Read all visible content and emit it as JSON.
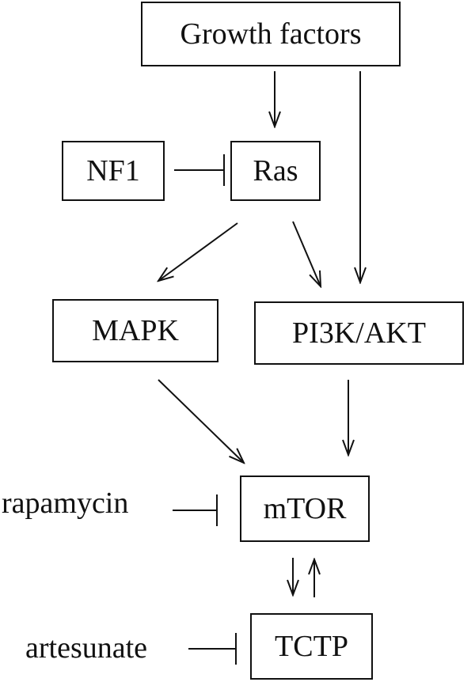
{
  "nodes": {
    "growth_factors": "Growth factors",
    "nf1": "NF1",
    "ras": "Ras",
    "mapk": "MAPK",
    "pi3k_akt": "PI3K/AKT",
    "mtor": "mTOR",
    "tctp": "TCTP"
  },
  "inhibitors": {
    "rapamycin": "rapamycin",
    "artesunate": "artesunate"
  },
  "edges": [
    {
      "from": "growth_factors",
      "to": "ras",
      "type": "activation"
    },
    {
      "from": "growth_factors",
      "to": "pi3k_akt",
      "type": "activation"
    },
    {
      "from": "nf1",
      "to": "ras",
      "type": "inhibition"
    },
    {
      "from": "ras",
      "to": "mapk",
      "type": "activation"
    },
    {
      "from": "ras",
      "to": "pi3k_akt",
      "type": "activation"
    },
    {
      "from": "mapk",
      "to": "mtor",
      "type": "activation"
    },
    {
      "from": "pi3k_akt",
      "to": "mtor",
      "type": "activation"
    },
    {
      "from": "rapamycin",
      "to": "mtor",
      "type": "inhibition"
    },
    {
      "from": "mtor",
      "to": "tctp",
      "type": "activation"
    },
    {
      "from": "tctp",
      "to": "mtor",
      "type": "activation"
    },
    {
      "from": "artesunate",
      "to": "tctp",
      "type": "inhibition"
    }
  ],
  "colors": {
    "stroke": "#111111",
    "background": "#ffffff"
  }
}
